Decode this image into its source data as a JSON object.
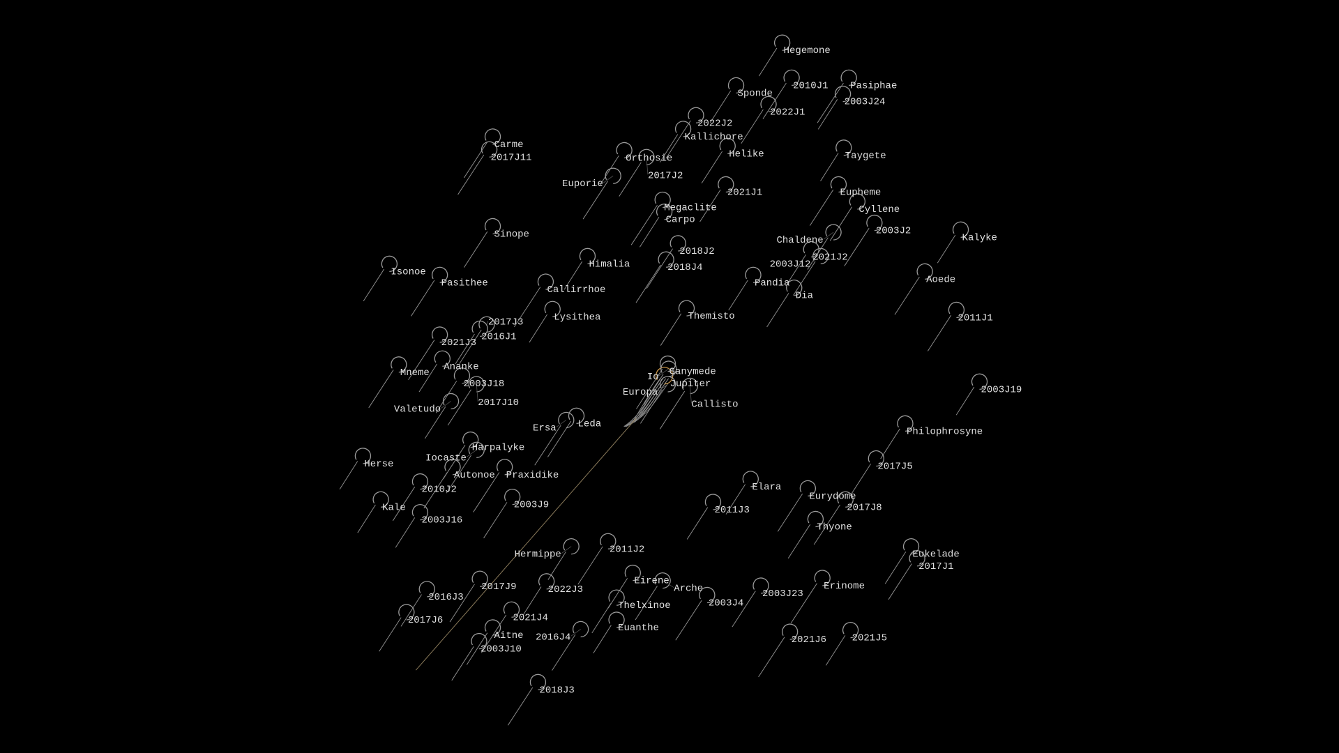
{
  "colors": {
    "background": "#000000",
    "moon": "#9a9a9a",
    "trail": "#8a8a8a",
    "label": "#e0e0e0",
    "planet": "#c8964a"
  },
  "planet": {
    "name": "Jupiter"
  },
  "moons": [
    "Hegemone",
    "Sponde",
    "2010J1",
    "Pasiphae",
    "2003J24",
    "2022J1",
    "2022J2",
    "Kallichore",
    "Helike",
    "Carme",
    "2017J11",
    "Orthosie",
    "2017J2",
    "Euporie",
    "Taygete",
    "2021J1",
    "Eupheme",
    "Megaclite",
    "Carpo",
    "Cyllene",
    "2003J2",
    "Kalyke",
    "Chaldene",
    "Sinope",
    "2018J2",
    "2021J2",
    "2003J12",
    "2018J4",
    "Himalia",
    "Isonoe",
    "Pasithee",
    "Callirrhoe",
    "Pandia",
    "Dia",
    "Aoede",
    "Lysithea",
    "Themisto",
    "2011J1",
    "2021J3",
    "2016J1",
    "2017J3",
    "Mneme",
    "Ananke",
    "2003J18",
    "2017J10",
    "Ganymede",
    "Io",
    "Europa",
    "Callisto",
    "2003J19",
    "Valetudo",
    "Leda",
    "Ersa",
    "Philophrosyne",
    "Harpalyke",
    "Iocaste",
    "Herse",
    "2017J5",
    "Autonoe",
    "Praxidike",
    "Elara",
    "2010J2",
    "Eurydome",
    "Kale",
    "2011J3",
    "2003J9",
    "2017J8",
    "2003J16",
    "Thyone",
    "2011J2",
    "Hermippe",
    "Eukelade",
    "2017J1",
    "Erinome",
    "Eirene",
    "Arche",
    "2017J9",
    "2022J3",
    "2016J3",
    "2003J23",
    "2003J4",
    "Thelxinoe",
    "2017J6",
    "2021J4",
    "Euanthe",
    "Aitne",
    "2016J4",
    "2021J6",
    "2021J5",
    "2003J10",
    "2018J3"
  ]
}
